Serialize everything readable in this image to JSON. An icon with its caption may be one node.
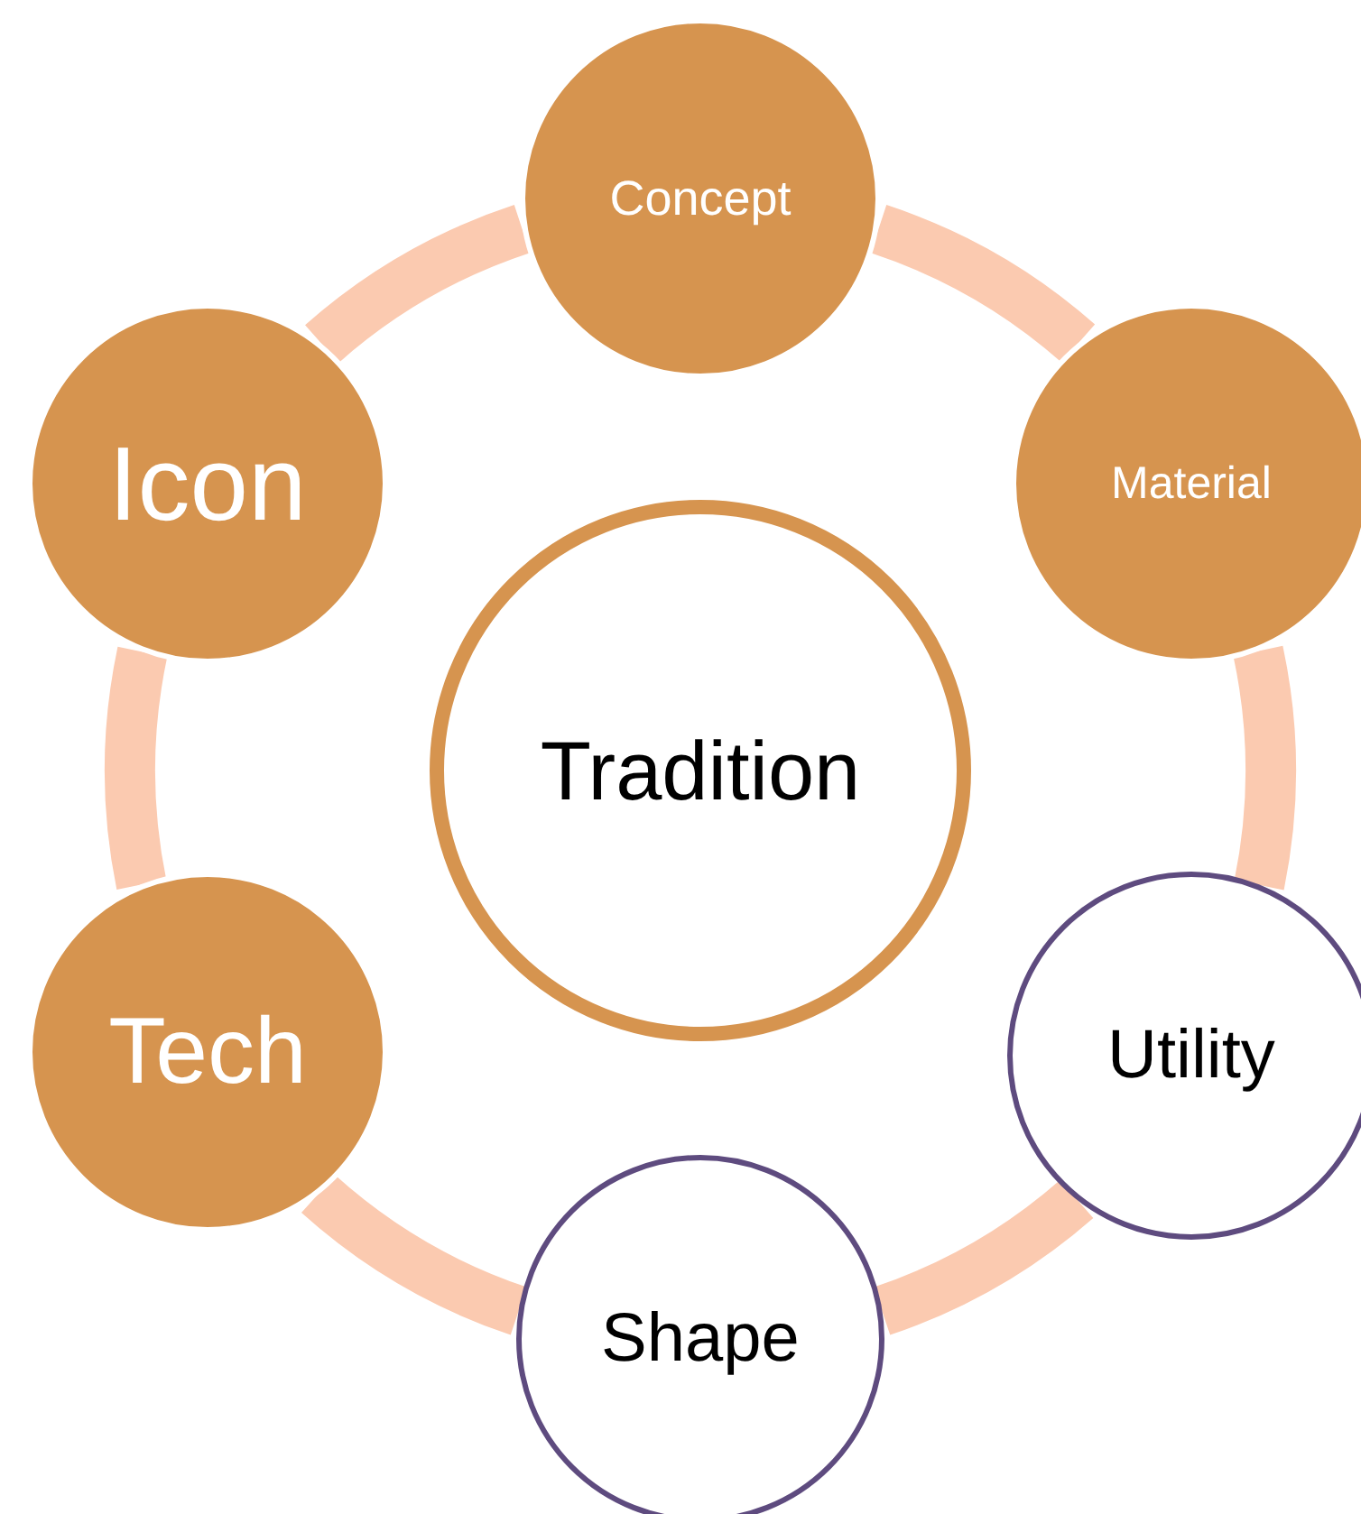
{
  "diagram": {
    "nodes": [
      {
        "text": [
          "Concept"
        ]
      },
      {
        "text": [
          "Icon"
        ]
      },
      {
        "text": [
          "Material"
        ]
      },
      {
        "text": [
          "Tradition"
        ]
      },
      {
        "text": [
          "Utility"
        ]
      },
      {
        "text": [
          "Tech"
        ]
      },
      {
        "text": [
          "Shape"
        ]
      }
    ],
    "edges": [
      {
        "from": 0,
        "to": 2,
        "arrow": "none"
      },
      {
        "from": 2,
        "to": 4,
        "arrow": "none"
      },
      {
        "from": 4,
        "to": 6,
        "arrow": "none"
      },
      {
        "from": 6,
        "to": 5,
        "arrow": "none"
      },
      {
        "from": 5,
        "to": 1,
        "arrow": "none"
      },
      {
        "from": 1,
        "to": 0,
        "arrow": "none"
      }
    ]
  }
}
